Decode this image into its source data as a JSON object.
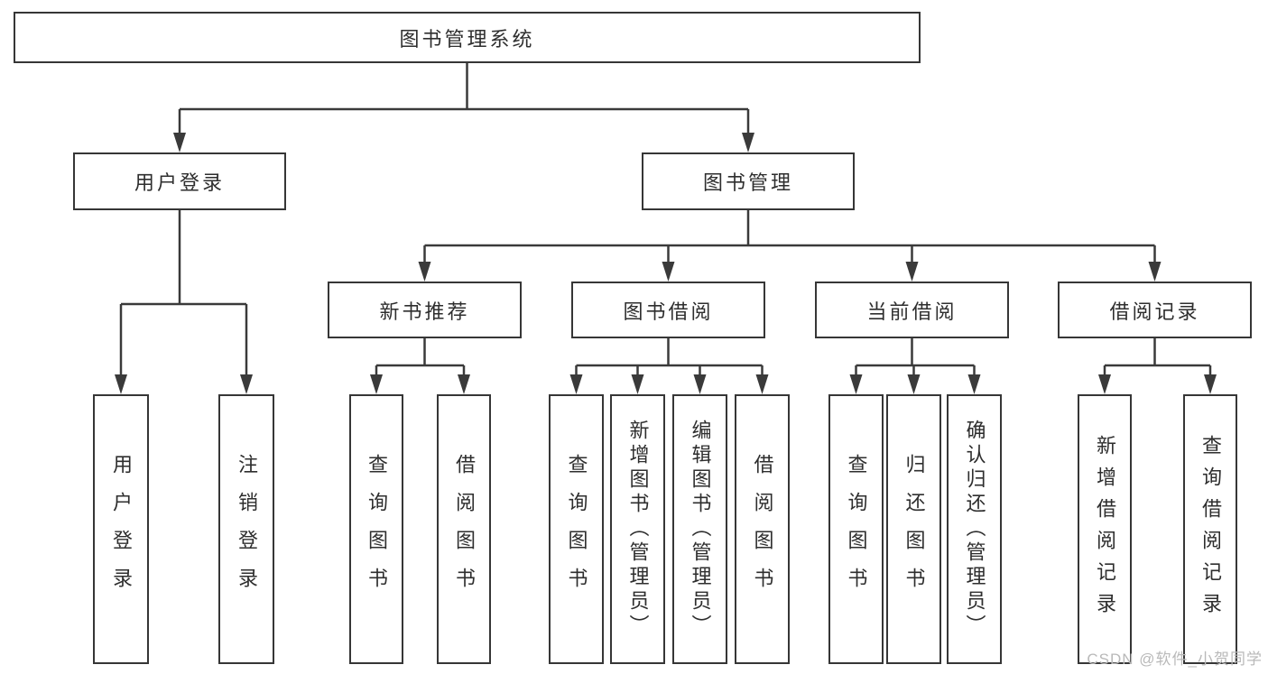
{
  "diagram_type": "hierarchy-tree",
  "tree": {
    "root": {
      "label": "图书管理系统"
    },
    "branches": [
      {
        "label": "用户登录",
        "children": [
          {
            "label": "用户登录"
          },
          {
            "label": "注销登录"
          }
        ]
      },
      {
        "label": "图书管理",
        "children": [
          {
            "label": "新书推荐",
            "children": [
              {
                "label": "查询图书"
              },
              {
                "label": "借阅图书"
              }
            ]
          },
          {
            "label": "图书借阅",
            "children": [
              {
                "label": "查询图书"
              },
              {
                "label": "新增图书（管理员）"
              },
              {
                "label": "编辑图书（管理员）"
              },
              {
                "label": "借阅图书"
              }
            ]
          },
          {
            "label": "当前借阅",
            "children": [
              {
                "label": "查询图书"
              },
              {
                "label": "归还图书"
              },
              {
                "label": "确认归还（管理员）"
              }
            ]
          },
          {
            "label": "借阅记录",
            "children": [
              {
                "label": "新增借阅记录"
              },
              {
                "label": "查询借阅记录"
              }
            ]
          }
        ]
      }
    ]
  },
  "watermark": {
    "text": "CSDN @软件_小贺同学",
    "color": "#b9b9b9"
  },
  "colors": {
    "background": "#ffffff",
    "line": "#3a3a3a",
    "box_border": "#363636",
    "text": "#2e2e2e"
  }
}
